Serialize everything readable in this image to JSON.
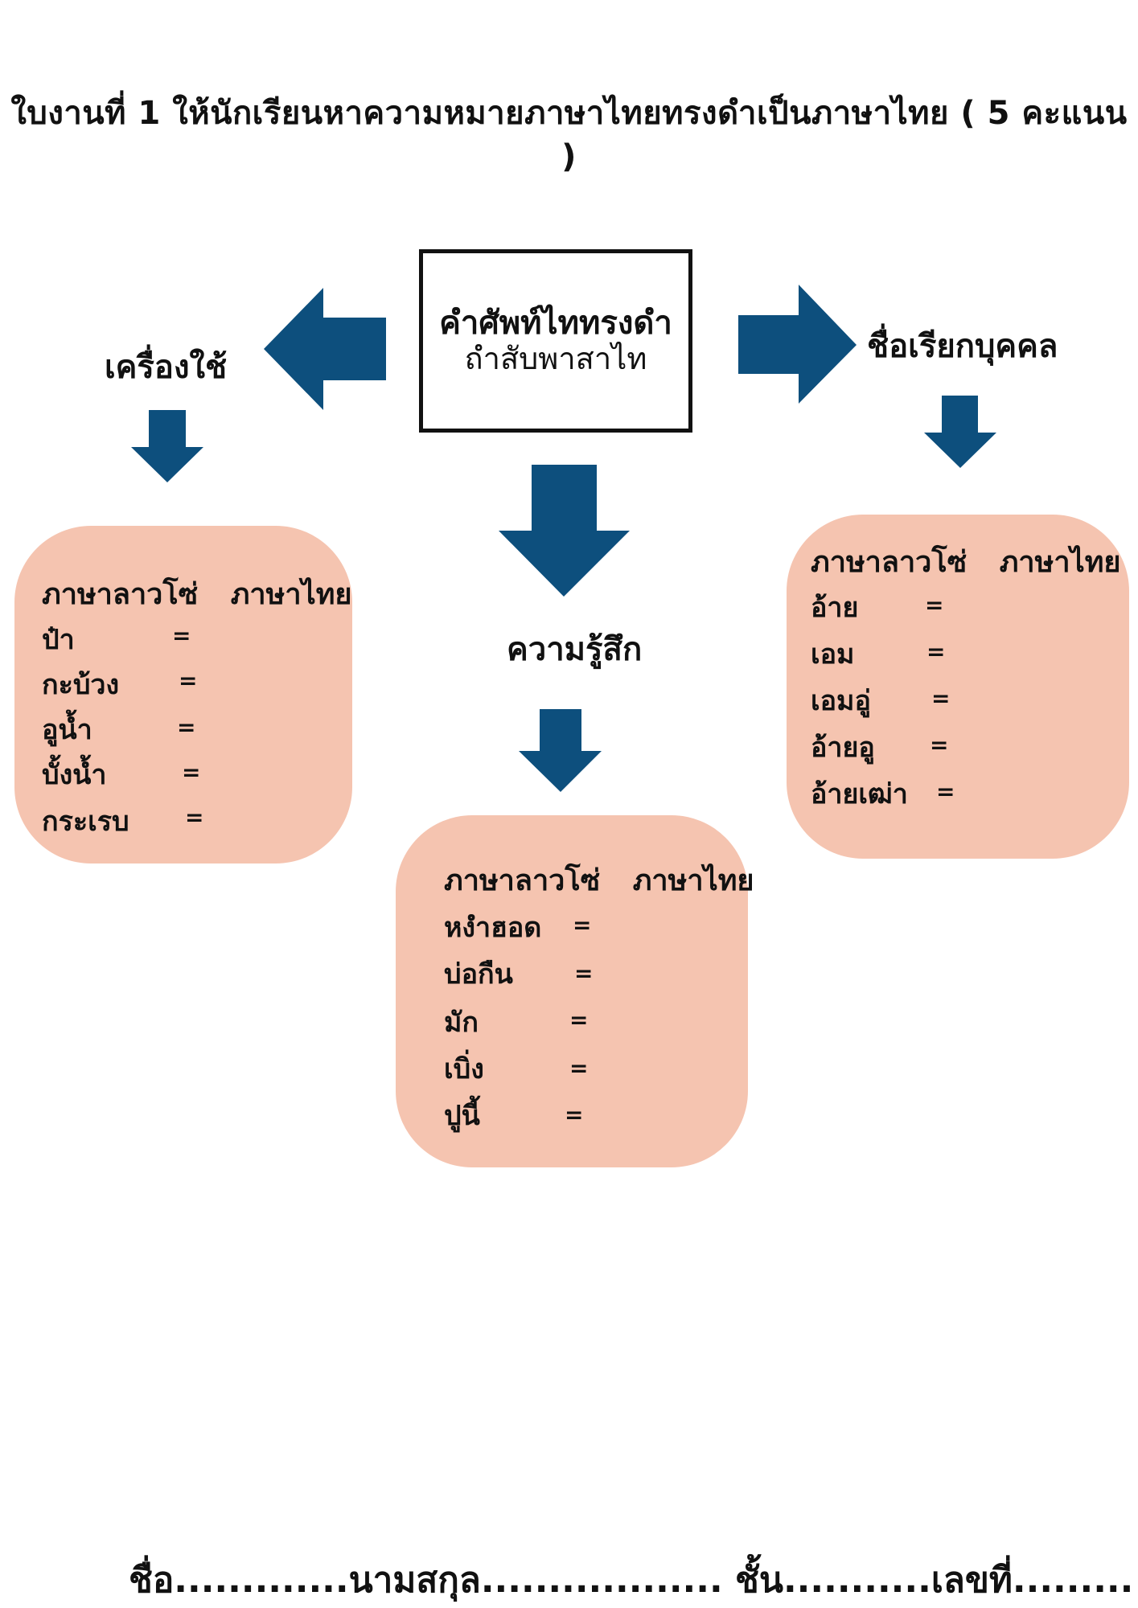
{
  "title": "ใบงานที่ 1 ให้นักเรียนหาความหมายภาษาไทยทรงดำเป็นภาษาไทย ( 5 คะแนน )",
  "center": {
    "title": "คำศัพท์ไททรงดำ",
    "subtitle": "ถำสับพาสาไท"
  },
  "branches": {
    "left": "เครื่องใช้",
    "middle": "ความรู้สึก",
    "right": "ชื่อเรียกบุคคล"
  },
  "cards": {
    "left": {
      "head_lao": "ภาษาลาวโซ่",
      "head_thai": "ภาษาไทย",
      "rows": [
        "ป๋า",
        "กะบ้วง",
        "อูน้ำ",
        "บั้งน้ำ",
        "กระเรบ"
      ]
    },
    "middle": {
      "head_lao": "ภาษาลาวโซ่",
      "head_thai": "ภาษาไทย",
      "rows": [
        "หงำฮอด",
        "บ่อกืน",
        "มัก",
        "เบิ่ง",
        "ปูนี้"
      ]
    },
    "right": {
      "head_lao": "ภาษาลาวโซ่",
      "head_thai": "ภาษาไทย",
      "rows": [
        "อ้าย",
        "เอม",
        "เอมอู่",
        "อ้ายอู",
        "อ้ายเฒ่า"
      ]
    }
  },
  "equals": "=",
  "footer": "ชื่อ.............นามสกุล.................. ชั้น...........เลขที่.........",
  "colors": {
    "arrow": "#0d4f7d",
    "card": "#f5c4b0"
  }
}
